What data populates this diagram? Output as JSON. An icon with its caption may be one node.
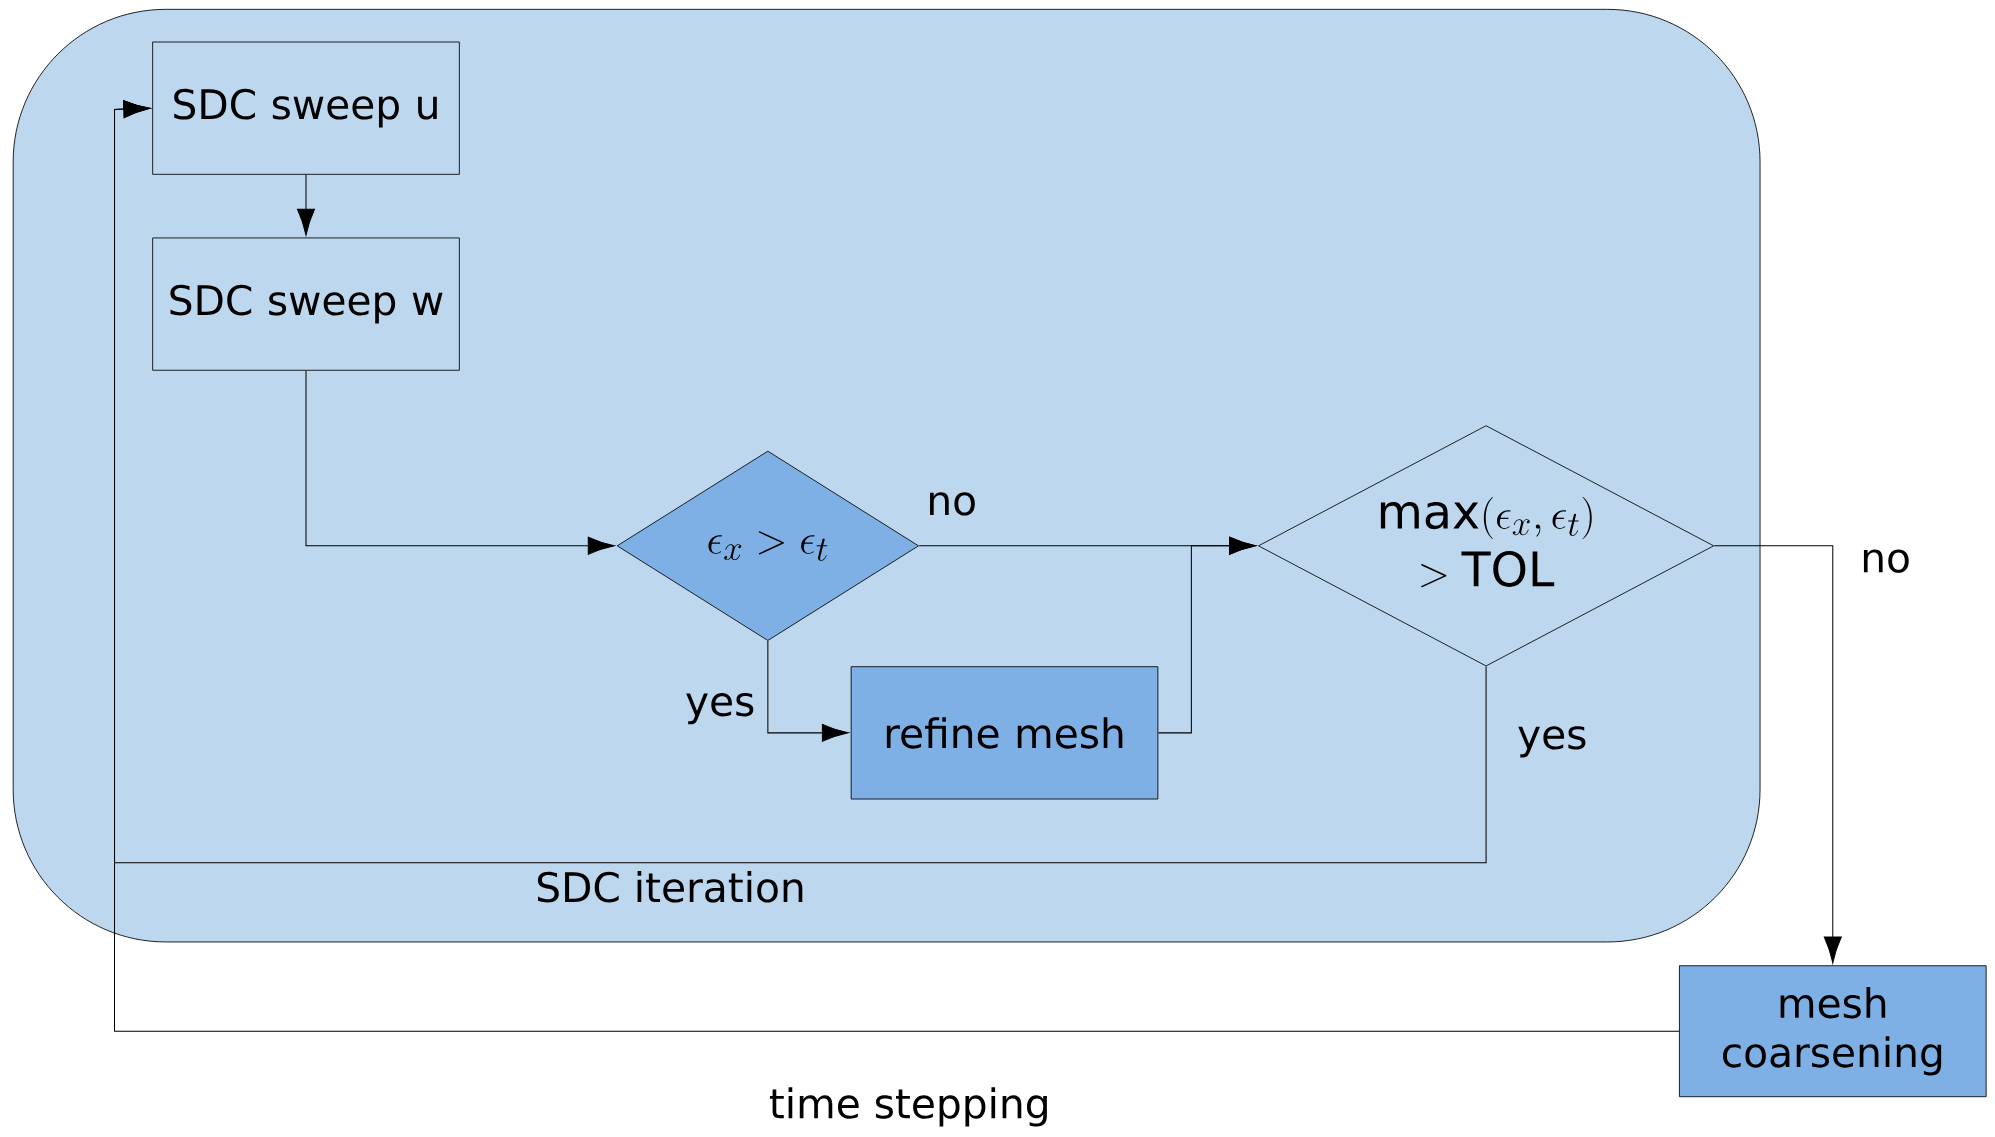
{
  "diagram": {
    "nodes": [
      {
        "text": [
          "SDC iteration"
        ]
      },
      {
        "text": [
          "SDC sweep u"
        ],
        "in": 0
      },
      {
        "text": [
          "SDC sweep w"
        ],
        "in": 0
      },
      {
        "text": [
          "\\epsilon_x > \\epsilon_t"
        ],
        "in": 0
      },
      {
        "text": [
          "refine mesh"
        ],
        "in": 0
      },
      {
        "text": [
          "\\begin{array}{c}\\max(\\epsilon_x, \\epsilon_t)\\\\ > \\mathrm{TOL}\\end{array}"
        ],
        "in": 0
      },
      {
        "text": [
          "mesh coarsening"
        ]
      }
    ],
    "edges": [
      {
        "from": 1,
        "to": 2,
        "arrow": "to"
      },
      {
        "from": 2,
        "to": 3,
        "arrow": "to"
      },
      {
        "from": 3,
        "to": 5,
        "arrow": "to",
        "label": "no"
      },
      {
        "from": 3,
        "to": 4,
        "arrow": "to",
        "label": "yes"
      },
      {
        "from": 4,
        "to": 5,
        "arrow": "to"
      },
      {
        "from": 5,
        "to": 1,
        "arrow": "to",
        "label": "yes"
      },
      {
        "from": 5,
        "to": 6,
        "arrow": "to",
        "label": "no"
      },
      {
        "from": 6,
        "to": 1,
        "arrow": "to"
      }
    ],
    "labels": [
      "time stepping"
    ]
  }
}
